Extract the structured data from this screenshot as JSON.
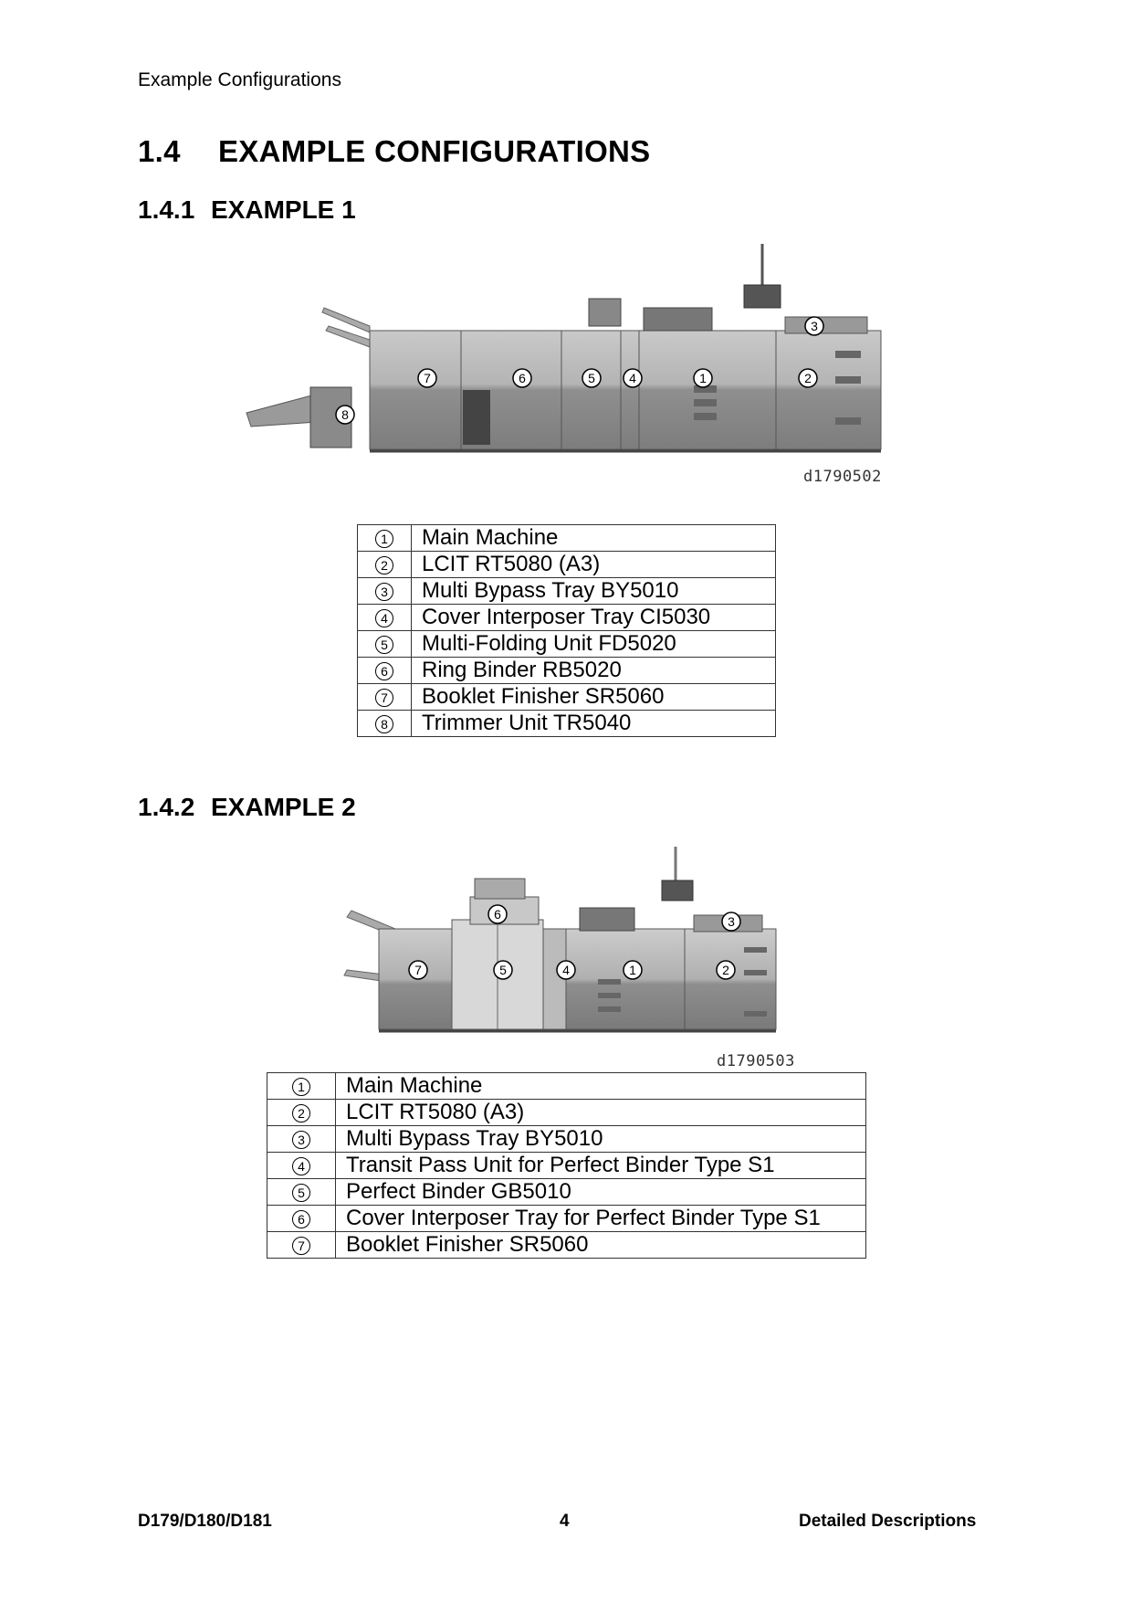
{
  "header": {
    "running_title": "Example Configurations"
  },
  "section": {
    "number": "1.4",
    "title": "EXAMPLE CONFIGURATIONS"
  },
  "example1": {
    "number": "1.4.1",
    "title": "EXAMPLE 1",
    "figure_id": "d1790502",
    "items": [
      {
        "num": "1",
        "label": "Main Machine"
      },
      {
        "num": "2",
        "label": "LCIT RT5080 (A3)"
      },
      {
        "num": "3",
        "label": "Multi Bypass Tray BY5010"
      },
      {
        "num": "4",
        "label": "Cover Interposer Tray CI5030"
      },
      {
        "num": "5",
        "label": "Multi-Folding Unit FD5020"
      },
      {
        "num": "6",
        "label": "Ring Binder RB5020"
      },
      {
        "num": "7",
        "label": "Booklet Finisher SR5060"
      },
      {
        "num": "8",
        "label": "Trimmer Unit TR5040"
      }
    ]
  },
  "example2": {
    "number": "1.4.2",
    "title": "EXAMPLE 2",
    "figure_id": "d1790503",
    "items": [
      {
        "num": "1",
        "label": "Main Machine"
      },
      {
        "num": "2",
        "label": "LCIT RT5080 (A3)"
      },
      {
        "num": "3",
        "label": "Multi Bypass Tray BY5010"
      },
      {
        "num": "4",
        "label": "Transit Pass Unit for Perfect Binder Type S1"
      },
      {
        "num": "5",
        "label": "Perfect Binder GB5010"
      },
      {
        "num": "6",
        "label": "Cover Interposer Tray for Perfect Binder Type S1"
      },
      {
        "num": "7",
        "label": "Booklet Finisher SR5060"
      }
    ]
  },
  "footer": {
    "left": "D179/D180/D181",
    "center": "4",
    "right": "Detailed Descriptions"
  }
}
